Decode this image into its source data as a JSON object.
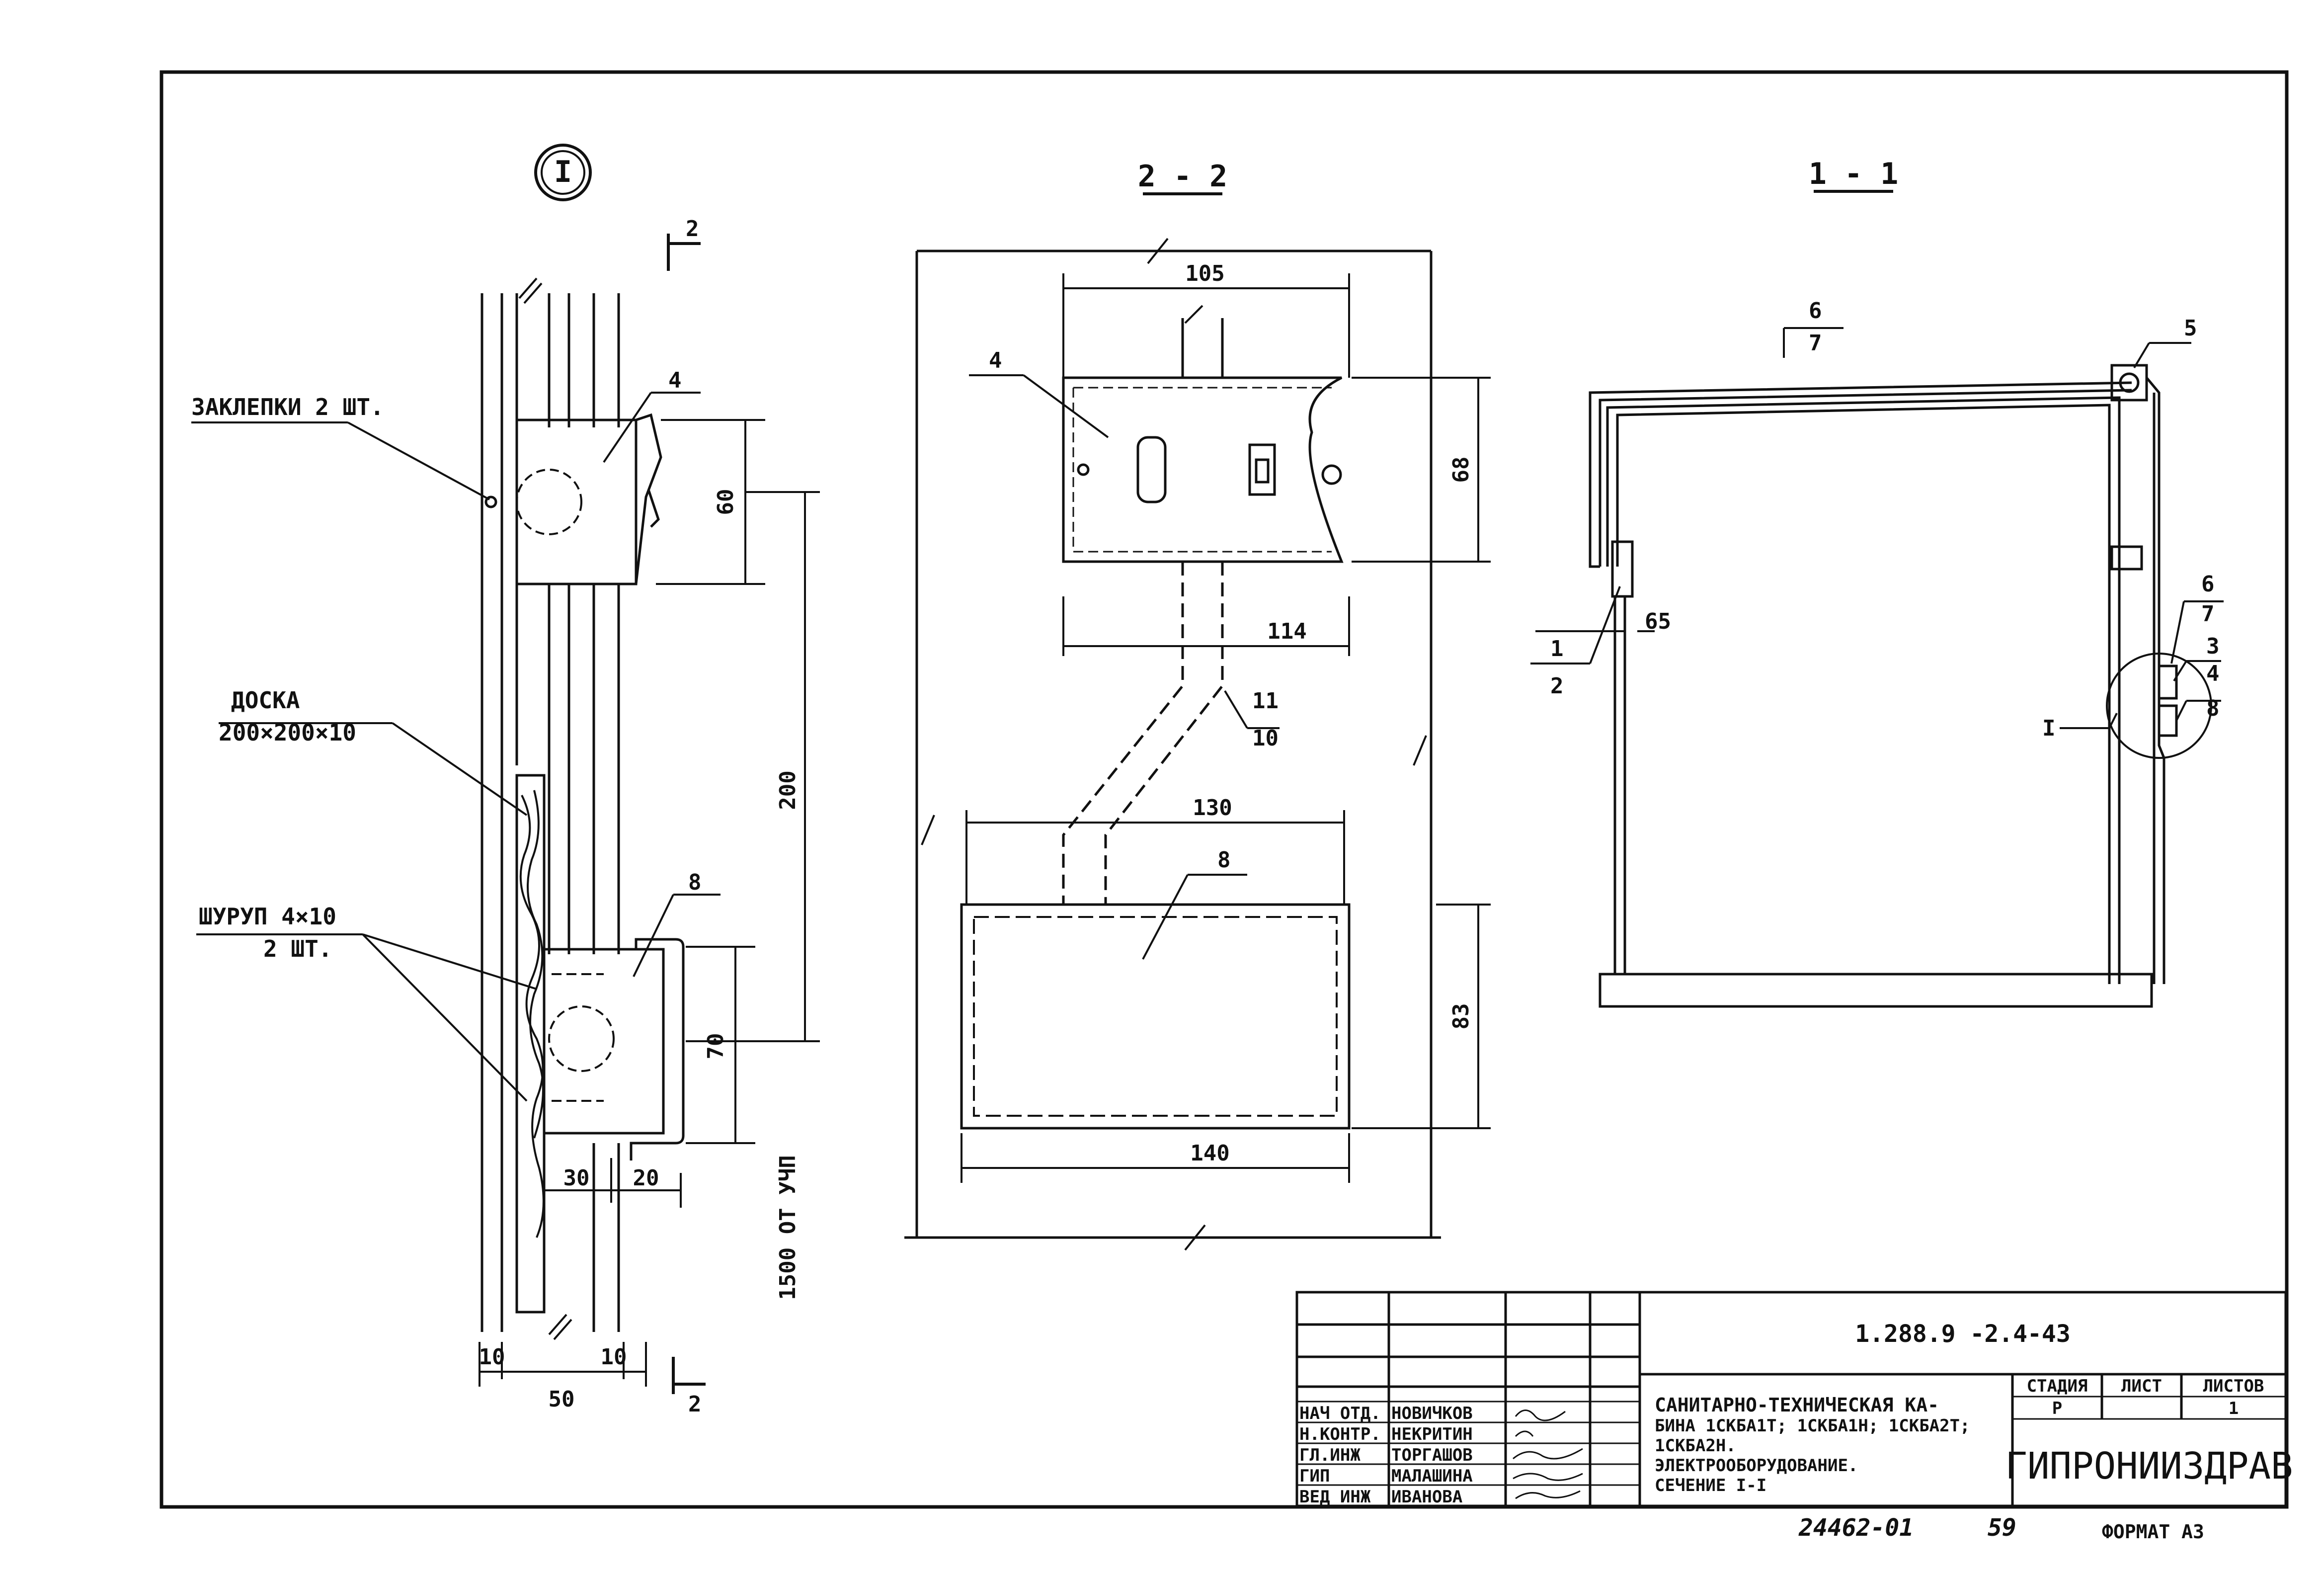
{
  "sections": {
    "detail_marker": "I",
    "view_2_2": "2 - 2",
    "view_1_1": "1 - 1",
    "cut_mark": "2"
  },
  "labels": {
    "rivets": "ЗАКЛЕПКИ 2 ШТ.",
    "board_line1": "ДОСКА",
    "board_line2": "200×200×10",
    "screw_line1": "ШУРУП  4×10",
    "screw_line2": "2 ШТ.",
    "pos_4": "4",
    "pos_8": "8",
    "pos_11": "11",
    "pos_10": "10",
    "pos_5": "5",
    "pos_6": "6",
    "pos_7": "7",
    "pos_1": "1",
    "pos_2": "2",
    "pos_3": "3",
    "detail_ref": "I"
  },
  "dimensions": {
    "d60": "60",
    "d200": "200",
    "d70": "70",
    "d1500": "1500 ОТ УЧП",
    "d30": "30",
    "d20": "20",
    "d10a": "10",
    "d10b": "10",
    "d50": "50",
    "d105": "105",
    "d68": "68",
    "d114": "114",
    "d130": "130",
    "d83": "83",
    "d140": "140",
    "d65": "65"
  },
  "title_block": {
    "doc_code": "1.288.9 -2.4-43",
    "roles": [
      "НАЧ ОТД.",
      "Н.КОНТР.",
      "ГЛ.ИНЖ",
      "ГИП",
      "ВЕД ИНЖ"
    ],
    "names": [
      "НОВИЧКОВ",
      "НЕКРИТИН",
      "ТОРГАШОВ",
      "МАЛАШИНА",
      "ИВАНОВА"
    ],
    "desc_lines": [
      "САНИТАРНО-ТЕХНИЧЕСКАЯ КА-",
      "БИНА 1СКБА1Т; 1СКБА1Н; 1СКБА2Т;",
      "1СКБА2Н.",
      "ЭЛЕКТРООБОРУДОВАНИЕ.",
      "СЕЧЕНИЕ I-I"
    ],
    "stage_header": "СТАДИЯ",
    "sheet_header": "ЛИСТ",
    "sheets_header": "ЛИСТОВ",
    "stage_value": "Р",
    "sheets_value": "1",
    "org_name": "ГИПРОНИИЗДРАВ"
  },
  "footer": {
    "archive_no": "24462-01",
    "page_no": "59",
    "format": "ФОРМАТ А3"
  }
}
